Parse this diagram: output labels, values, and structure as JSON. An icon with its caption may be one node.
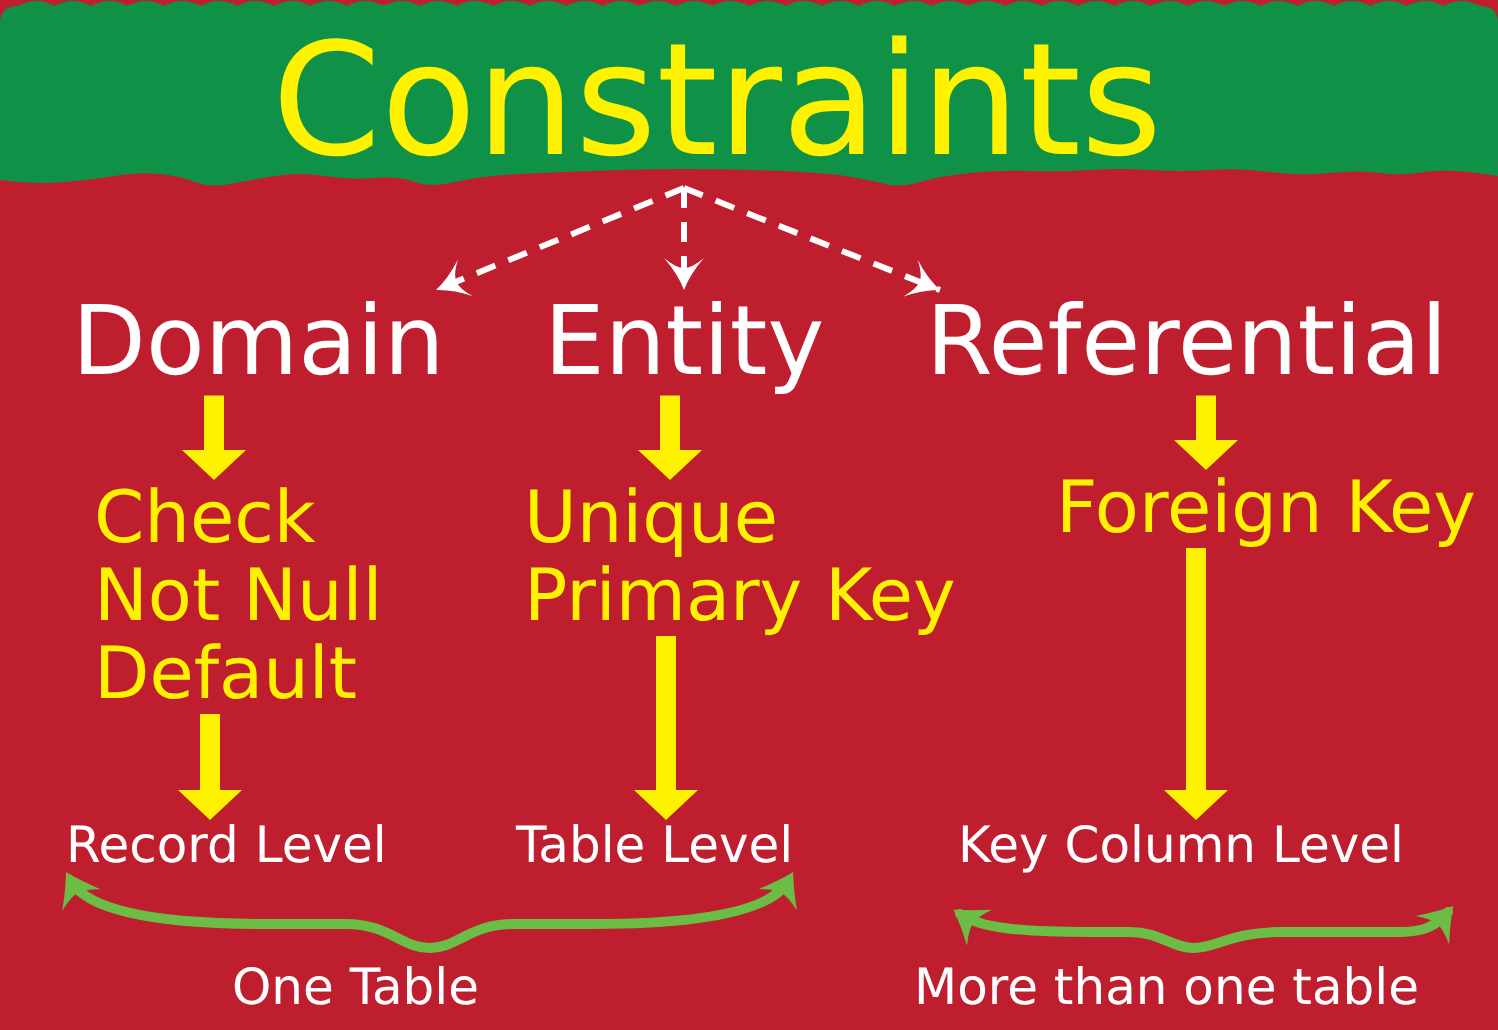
{
  "diagram": {
    "nodes": [
      {
        "text": [
          "Constraints"
        ]
      },
      {
        "text": [
          "Domain"
        ]
      },
      {
        "text": [
          "Entity"
        ]
      },
      {
        "text": [
          "Referential"
        ]
      },
      {
        "text": [
          "Check",
          "Not Null",
          "Default"
        ]
      },
      {
        "text": [
          "Unique",
          "Primary Key"
        ]
      },
      {
        "text": [
          "Foreign Key"
        ]
      },
      {
        "text": [
          "Record Level"
        ]
      },
      {
        "text": [
          "Table Level"
        ]
      },
      {
        "text": [
          "Key Column Level"
        ]
      }
    ],
    "edges": [
      {
        "from": 0,
        "to": 1,
        "arrow": "to",
        "style": "dashed",
        "color": "#ffffff"
      },
      {
        "from": 0,
        "to": 2,
        "arrow": "to",
        "style": "dashed",
        "color": "#ffffff"
      },
      {
        "from": 0,
        "to": 3,
        "arrow": "to",
        "style": "dashed",
        "color": "#ffffff"
      },
      {
        "from": 1,
        "to": 4,
        "arrow": "to"
      },
      {
        "from": 2,
        "to": 5,
        "arrow": "to"
      },
      {
        "from": 3,
        "to": 6,
        "arrow": "to"
      },
      {
        "from": 4,
        "to": 7,
        "arrow": "to"
      },
      {
        "from": 5,
        "to": 8,
        "arrow": "to"
      },
      {
        "from": 6,
        "to": 9,
        "arrow": "to"
      },
      {
        "from": 7,
        "to": 8,
        "arrow": "both",
        "label": "One Table",
        "color": "#6cbd45"
      }
    ],
    "labels": [
      "More than one table"
    ]
  }
}
